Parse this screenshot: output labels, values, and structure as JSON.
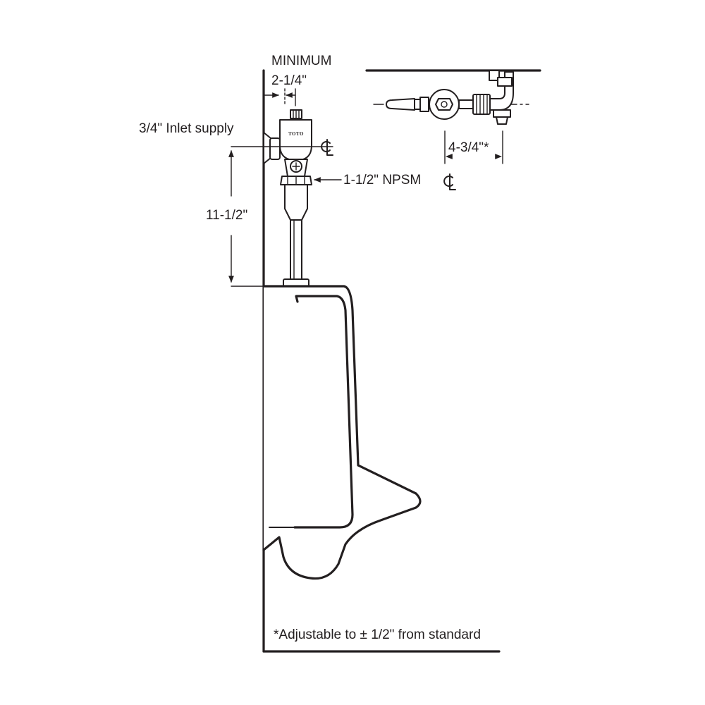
{
  "labels": {
    "minimum": "MINIMUM",
    "wall_offset": "2-1/4\"",
    "inlet_supply": "3/4\" Inlet supply",
    "height": "11-1/2\"",
    "npsm": "1-1/2\" NPSM",
    "top_offset": "4-3/4\"*",
    "footnote": "*Adjustable to ± 1/2\" from standard",
    "brand": "TOTO"
  },
  "symbols": {
    "centerline": "centerline-symbol"
  }
}
